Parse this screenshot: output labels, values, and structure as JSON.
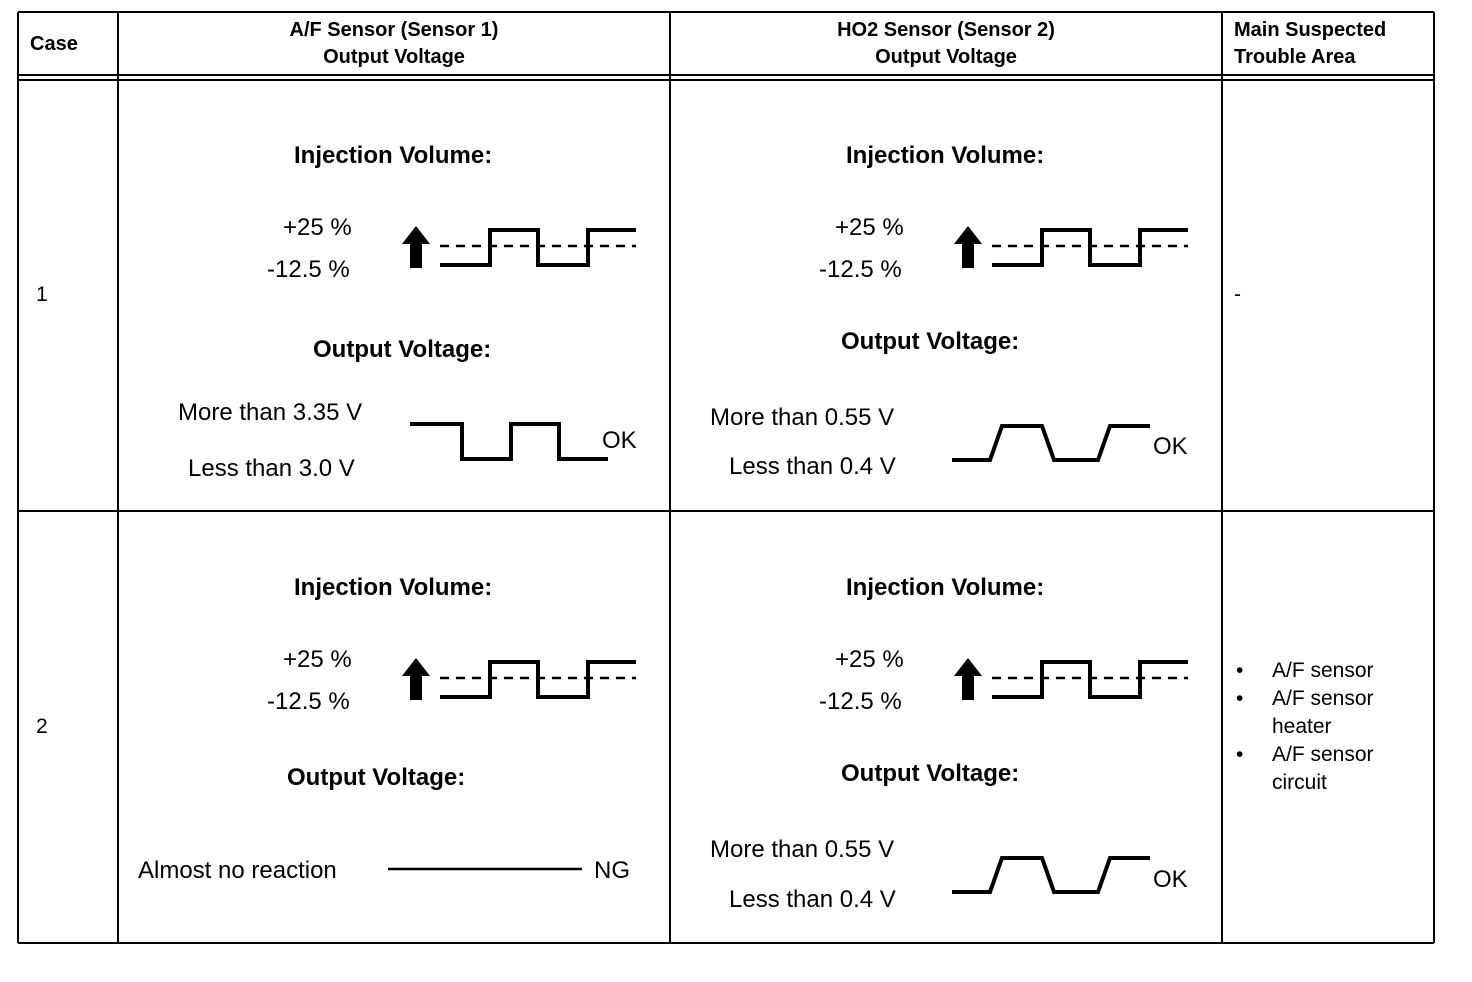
{
  "table": {
    "headers": {
      "case": "Case",
      "af_line1": "A/F Sensor (Sensor 1)",
      "af_line2": "Output Voltage",
      "ho2_line1": "HO2 Sensor (Sensor 2)",
      "ho2_line2": "Output Voltage",
      "trouble_line1": "Main Suspected",
      "trouble_line2": "Trouble Area"
    },
    "rows": [
      {
        "case": "1",
        "af": {
          "injection_title": "Injection Volume:",
          "inj_high": "+25 %",
          "inj_low": "-12.5 %",
          "output_title": "Output Voltage:",
          "out_high": "More than 3.35 V",
          "out_low": "Less than 3.0 V",
          "result": "OK"
        },
        "ho2": {
          "injection_title": "Injection Volume:",
          "inj_high": "+25 %",
          "inj_low": "-12.5 %",
          "output_title": "Output Voltage:",
          "out_high": "More than 0.55 V",
          "out_low": "Less than 0.4 V",
          "result": "OK"
        },
        "trouble": "-"
      },
      {
        "case": "2",
        "af": {
          "injection_title": "Injection Volume:",
          "inj_high": "+25 %",
          "inj_low": "-12.5 %",
          "output_title": "Output Voltage:",
          "out_text": "Almost no reaction",
          "result": "NG"
        },
        "ho2": {
          "injection_title": "Injection Volume:",
          "inj_high": "+25 %",
          "inj_low": "-12.5 %",
          "output_title": "Output Voltage:",
          "out_high": "More than 0.55 V",
          "out_low": "Less than 0.4 V",
          "result": "OK"
        },
        "trouble_items": [
          "A/F sensor",
          "A/F sensor heater",
          "A/F sensor circuit"
        ]
      }
    ]
  }
}
